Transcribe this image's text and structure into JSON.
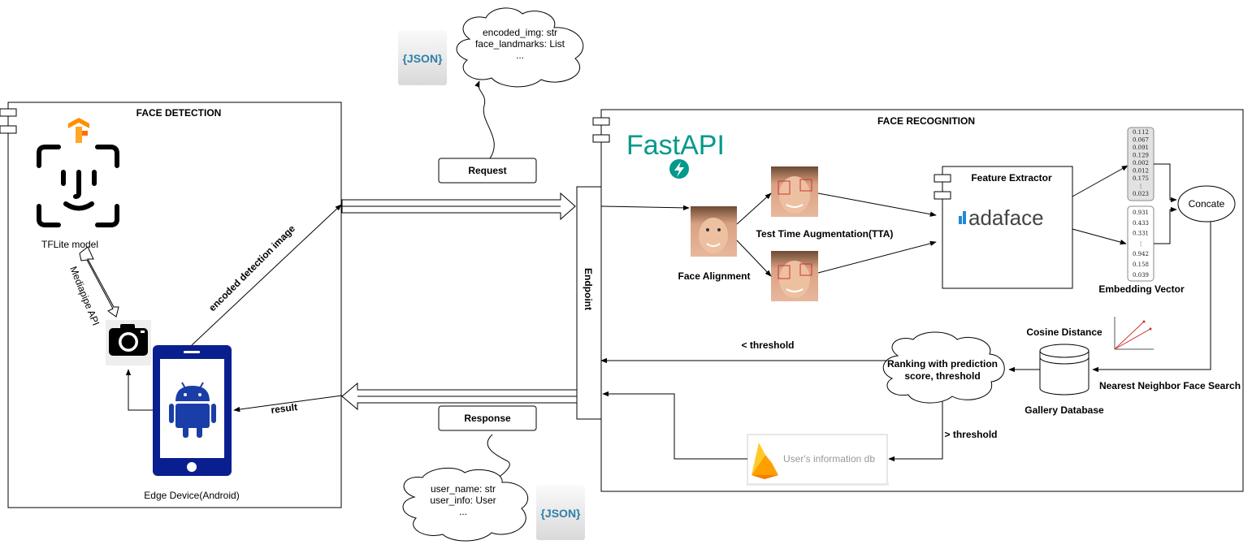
{
  "face_detection": {
    "title": "FACE DETECTION",
    "tflite_label": "TFLite model",
    "mediapipe_label": "Mediapipe API",
    "edge_device_label": "Edge Device(Android)",
    "encoded_label": "encoded detection image",
    "result_label": "result"
  },
  "request": {
    "label": "Request",
    "cloud_lines": [
      "encoded_img: str",
      "face_landmarks: List",
      "..."
    ],
    "json_badge": "{JSON}"
  },
  "response": {
    "label": "Response",
    "cloud_lines": [
      "user_name: str",
      "user_info: User",
      "..."
    ],
    "json_badge": "{JSON}"
  },
  "face_recognition": {
    "title": "FACE RECOGNITION",
    "fastapi_logo": "FastAPI",
    "endpoint_label": "Endpoint",
    "face_alignment_label": "Face Alignment",
    "tta_label": "Test Time Augmentation(TTA)",
    "feature_extractor_title": "Feature Extractor",
    "adaface_logo": "adaface",
    "embedding_label": "Embedding Vector",
    "concate_label": "Concate",
    "cosine_label": "Cosine Distance",
    "nn_search_label": "Nearest Neighbor Face Search",
    "gallery_label": "Gallery Database",
    "ranking_lines": [
      "Ranking with prediction",
      "score, threshold"
    ],
    "lt_threshold_label": "< threshold",
    "gt_threshold_label": "> threshold",
    "user_db_label": "User's information db"
  },
  "vectors": {
    "vec1": [
      "0.112",
      "0.067",
      "0.091",
      "0.129",
      "0.002",
      "0.012",
      "0.175",
      "⋮",
      "0.023"
    ],
    "vec2": [
      "0.931",
      "0.433",
      "0.331",
      "⋮",
      "0.942",
      "0.158",
      "0.039"
    ]
  },
  "colors": {
    "fastapi": "#05998b",
    "android_phone": "#0a1f8f",
    "android_robot": "#1a3ea8",
    "tensorflow": "#ff8f00",
    "firebase": "#ffa000",
    "adaface_icon": "#1f8ad6"
  }
}
